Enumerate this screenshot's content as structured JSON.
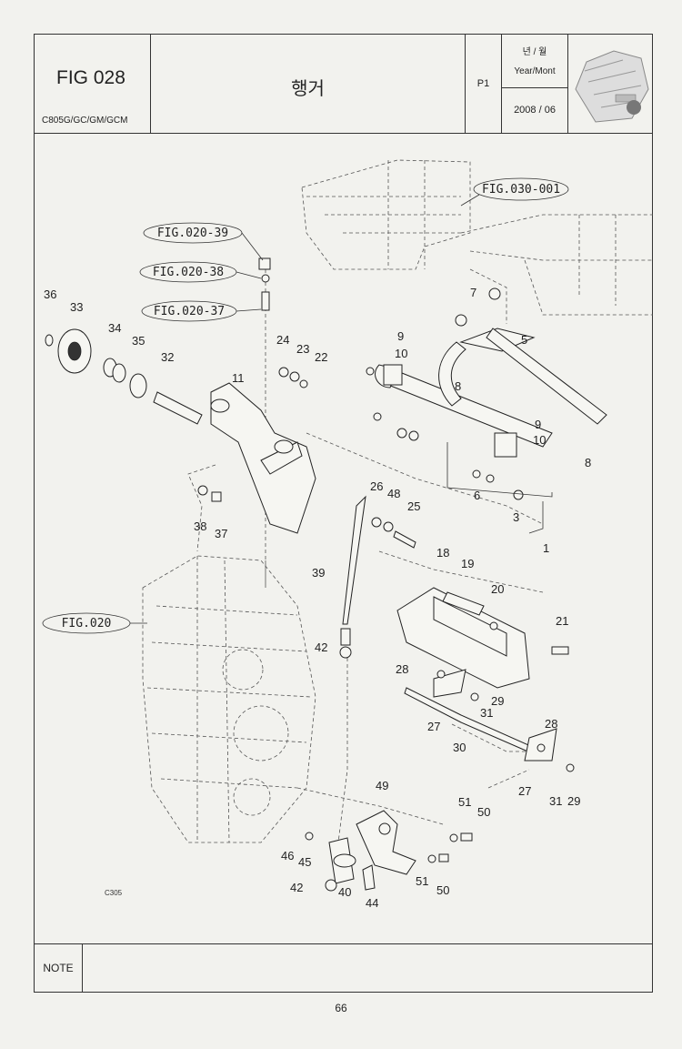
{
  "header": {
    "fig_label": "FIG 028",
    "models": "C805G/GC/GM/GCM",
    "title": "행거",
    "page": "P1",
    "date_label_kr": "년 / 월",
    "date_label_en": "Year/Mont",
    "date": "2008 / 06"
  },
  "references": {
    "fig030_001": "FIG.030-001",
    "fig020_39": "FIG.020-39",
    "fig020_38": "FIG.020-38",
    "fig020_37": "FIG.020-37",
    "fig020": "FIG.020"
  },
  "parts": {
    "p1": "1",
    "p3": "3",
    "p5": "5",
    "p6": "6",
    "p7": "7",
    "p8a": "8",
    "p8b": "8",
    "p9a": "9",
    "p9b": "9",
    "p10a": "10",
    "p10b": "10",
    "p11": "11",
    "p18": "18",
    "p19": "19",
    "p20": "20",
    "p21": "21",
    "p22": "22",
    "p23": "23",
    "p24": "24",
    "p25": "25",
    "p26": "26",
    "p27a": "27",
    "p27b": "27",
    "p28a": "28",
    "p28b": "28",
    "p29a": "29",
    "p29b": "29",
    "p30": "30",
    "p31a": "31",
    "p31b": "31",
    "p32": "32",
    "p33": "33",
    "p34": "34",
    "p35": "35",
    "p36": "36",
    "p37": "37",
    "p38": "38",
    "p39": "39",
    "p40": "40",
    "p42a": "42",
    "p42b": "42",
    "p44": "44",
    "p45": "45",
    "p46": "46",
    "p48": "48",
    "p49": "49",
    "p50a": "50",
    "p50b": "50",
    "p51a": "51",
    "p51b": "51"
  },
  "diagram_code": "C305",
  "note_label": "NOTE",
  "page_number": "66"
}
